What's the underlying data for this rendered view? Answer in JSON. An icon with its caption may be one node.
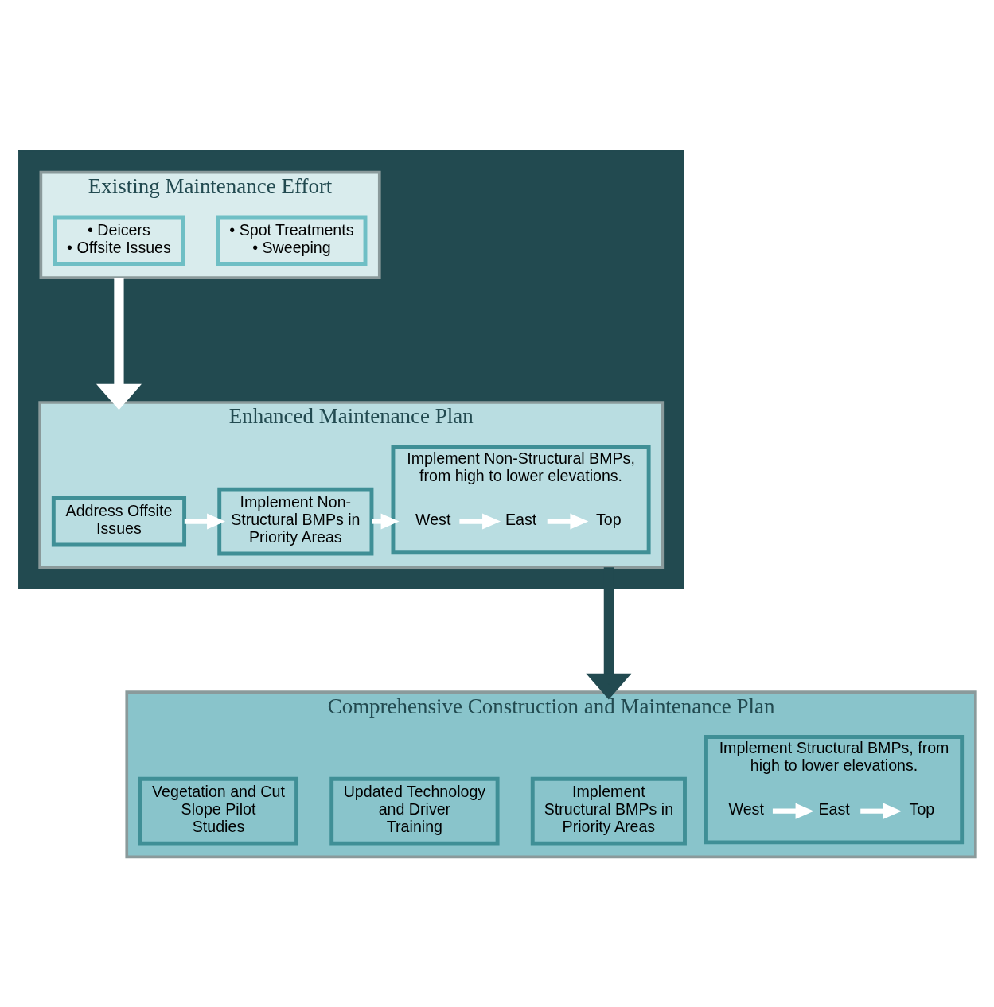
{
  "diagram": {
    "nodes": [
      {
        "text": [],
        "shape": "box"
      },
      {
        "text": [
          "Existing Maintenance Effort"
        ],
        "in": 0
      },
      {
        "text": [
          "• Spot Treatments",
          "• Sweeping"
        ],
        "in": 1
      },
      {
        "text": [
          "• Deicers",
          "• Offsite Issues"
        ],
        "in": 1
      },
      {
        "text": [
          "Enhanced Maintenance Plan"
        ],
        "in": 0
      },
      {
        "text": [
          "Address Offsite Issues"
        ],
        "in": 4
      },
      {
        "text": [
          "Implement Non-Structural BMPs in Priority Areas"
        ],
        "in": 4
      },
      {
        "text": [
          "Implement Non-Structural BMPs, from high to lower elevations."
        ],
        "in": 4
      },
      {
        "text": [
          "West"
        ],
        "in": 7
      },
      {
        "text": [
          "East"
        ],
        "in": 7
      },
      {
        "text": [
          "Top"
        ],
        "in": 7
      },
      {
        "text": [
          "Comprehensive Construction and Maintenance Plan"
        ]
      },
      {
        "text": [
          "Implement Structural BMPs in Priority Areas"
        ],
        "in": 11
      },
      {
        "text": [
          "Implement Structural BMPs, from high to lower elevations."
        ],
        "in": 11
      },
      {
        "text": [
          "West"
        ],
        "in": 13
      },
      {
        "text": [
          "East"
        ],
        "in": 13
      },
      {
        "text": [
          "Top"
        ],
        "in": 13
      },
      {
        "text": [
          "Updated Technology and Driver Training"
        ],
        "in": 11
      },
      {
        "text": [
          "Vegetation and Cut Slope Pilot Studies"
        ],
        "in": 11
      }
    ],
    "edges": [
      {
        "from": 1,
        "to": 4,
        "arrow": "to",
        "style": "thick"
      },
      {
        "from": 5,
        "to": 6,
        "arrow": "to"
      },
      {
        "from": 6,
        "to": 7,
        "arrow": "to"
      },
      {
        "from": 8,
        "to": 9,
        "arrow": "to"
      },
      {
        "from": 9,
        "to": 10,
        "arrow": "to"
      },
      {
        "from": 4,
        "to": 11,
        "arrow": "to",
        "style": "thick",
        "color": "#224a50"
      },
      {
        "from": 14,
        "to": 15,
        "arrow": "to"
      },
      {
        "from": 15,
        "to": 16,
        "arrow": "to"
      }
    ]
  }
}
